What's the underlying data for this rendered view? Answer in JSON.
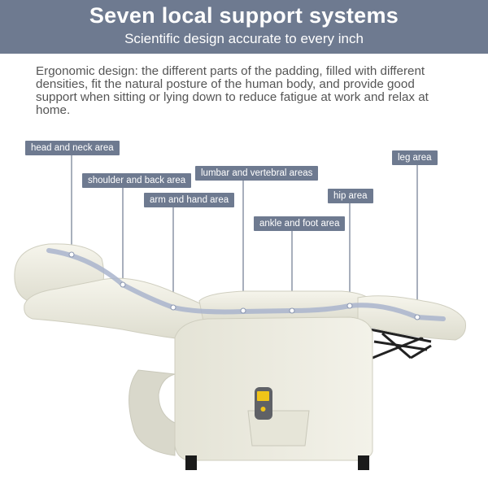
{
  "header": {
    "title": "Seven local support systems",
    "subtitle": "Scientific design accurate to every inch"
  },
  "description": "Ergonomic design: the different parts of the padding, filled with different densities, fit the natural posture of the human body, and provide good support when sitting or lying down to reduce fatigue at work and relax at home.",
  "labels": {
    "head": "head and neck area",
    "shoulder": "shoulder and back area",
    "lumbar": "lumbar and vertebral areas",
    "leg": "leg area",
    "arm": "arm and hand area",
    "hip": "hip area",
    "ankle": "ankle and foot area"
  },
  "colors": {
    "banner": "#6e7a90",
    "leather": "#efeee3",
    "support_line": "#a9b4cc"
  }
}
